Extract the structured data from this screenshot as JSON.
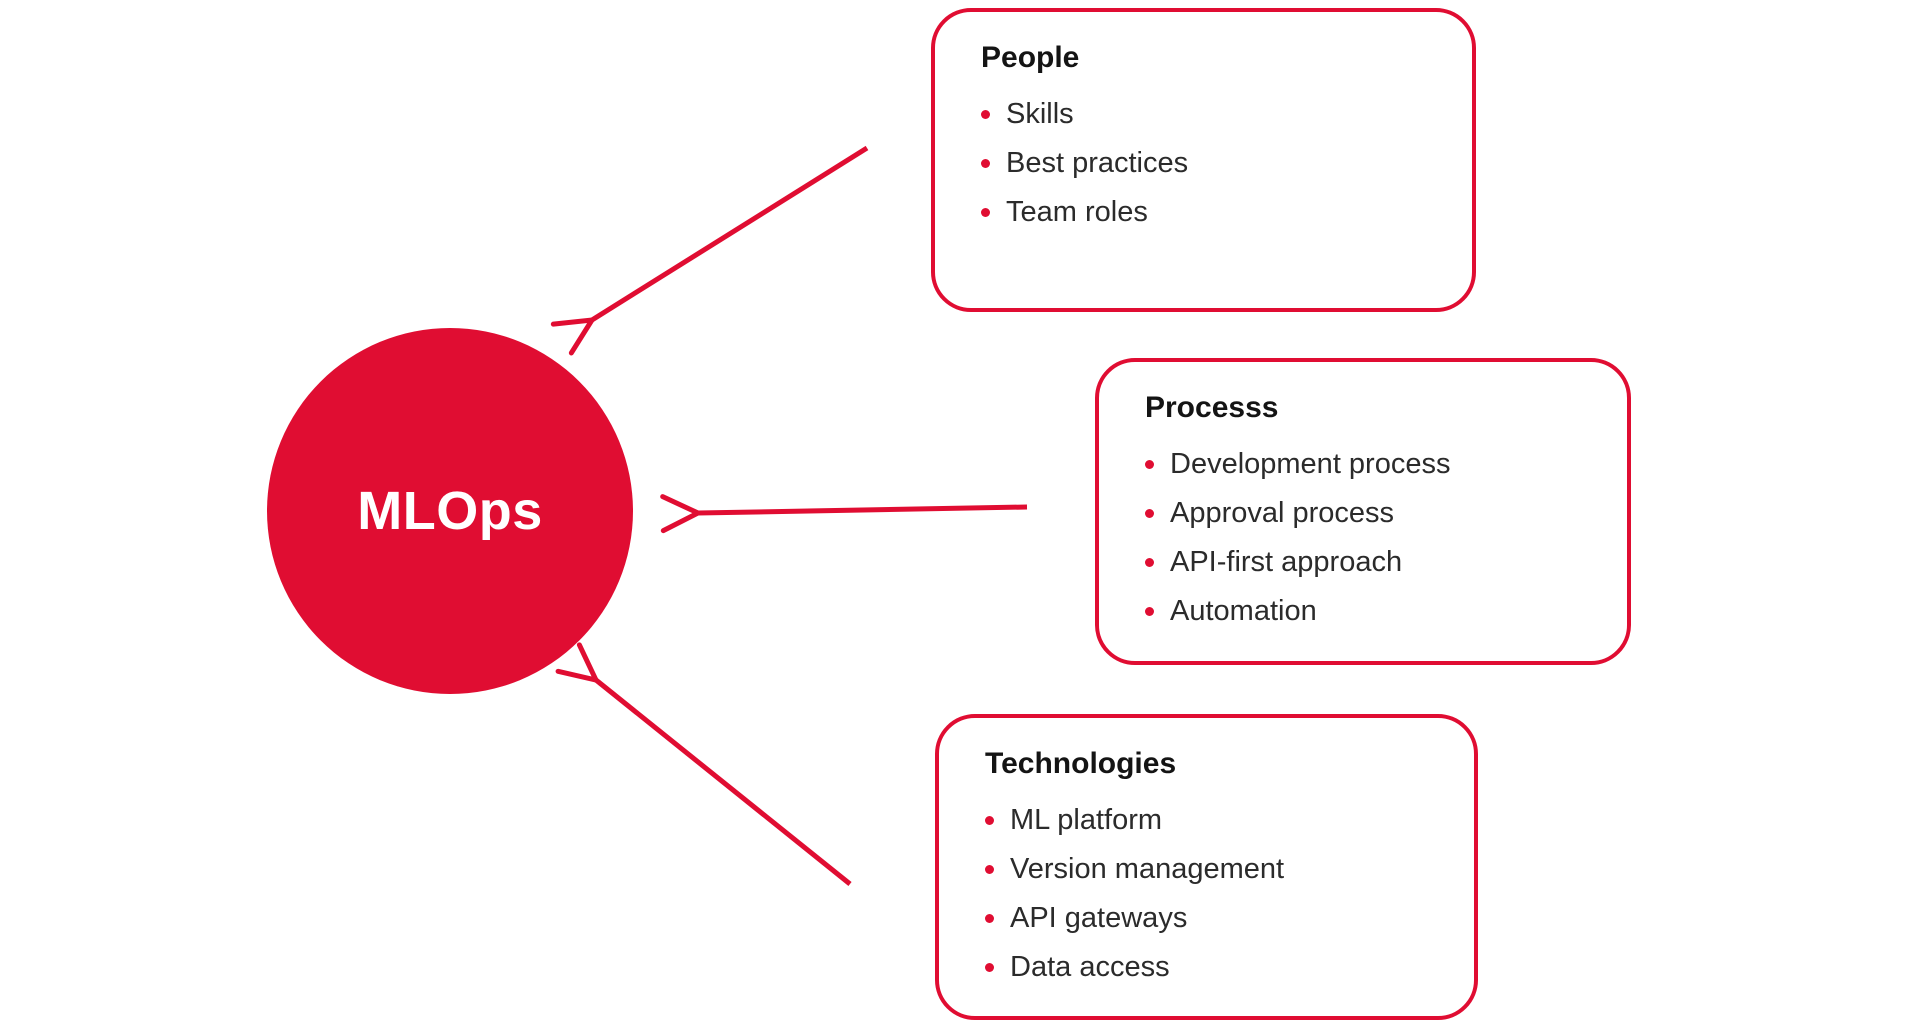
{
  "diagram": {
    "center": {
      "label": "MLOps"
    },
    "boxes": [
      {
        "id": "people",
        "title": "People",
        "items": [
          "Skills",
          "Best practices",
          "Team roles"
        ]
      },
      {
        "id": "process",
        "title": "Processs",
        "items": [
          "Development process",
          "Approval process",
          "API-first approach",
          "Automation"
        ]
      },
      {
        "id": "technologies",
        "title": "Technologies",
        "items": [
          "ML platform",
          "Version management",
          "API gateways",
          "Data access"
        ]
      }
    ],
    "colors": {
      "accent": "#E00D32",
      "title": "#141414",
      "body": "#2B2B2B",
      "background": "#FFFFFF",
      "circle_text": "#FFFFFF"
    }
  }
}
